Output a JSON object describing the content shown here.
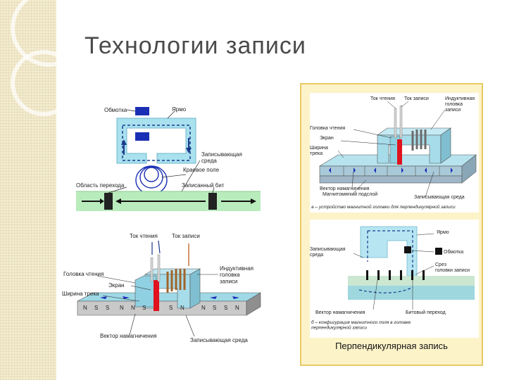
{
  "slide": {
    "title": "Технологии записи",
    "caption": "Перпендикулярная запись"
  },
  "diagram1": {
    "winding": "Обмотка",
    "yoke": "Ярмо",
    "medium": "Записывающая\nсреда",
    "fringe": "Краевое поле",
    "transition": "Область перехода",
    "bit": "Записанный бит"
  },
  "diagram2": {
    "read_current": "Ток чтения",
    "write_current": "Ток записи",
    "read_head": "Головка чтения",
    "inductive_head": "Индуктивная\nголовка\nзаписи",
    "screen": "Экран",
    "track_width": "Ширина трека",
    "poles": [
      "N",
      "S",
      "S",
      "N",
      "N",
      "S",
      "S",
      "N",
      "N",
      "S",
      "S",
      "N"
    ],
    "magnet_vector": "Вектор намагничения",
    "medium": "Записывающая среда"
  },
  "diagram3": {
    "read_current": "Ток чтения",
    "write_current": "Ток записи",
    "inductive_head": "Индуктивная\nголовка\nзаписи",
    "read_head": "Головка чтения",
    "screen": "Экран",
    "track_width": "Ширина\nтрека",
    "magnet_vector": "Вектор намагничения",
    "soft_underlayer": "Магнитомягкий подслой",
    "medium": "Записывающая среда",
    "caption_a": "а – устройство магнитной головки для перпендикулярной записи",
    "yoke": "Ярмо",
    "medium_b": "Записывающая\nсреда",
    "winding": "Обмотка",
    "cut": "Срез\nголовки записи",
    "magnet_vector_b": "Вектор намагничения",
    "bit_transition": "Битовый переход",
    "caption_b": "б – конфигурация магнитного поля в головке\nперпендикулярной записи"
  }
}
